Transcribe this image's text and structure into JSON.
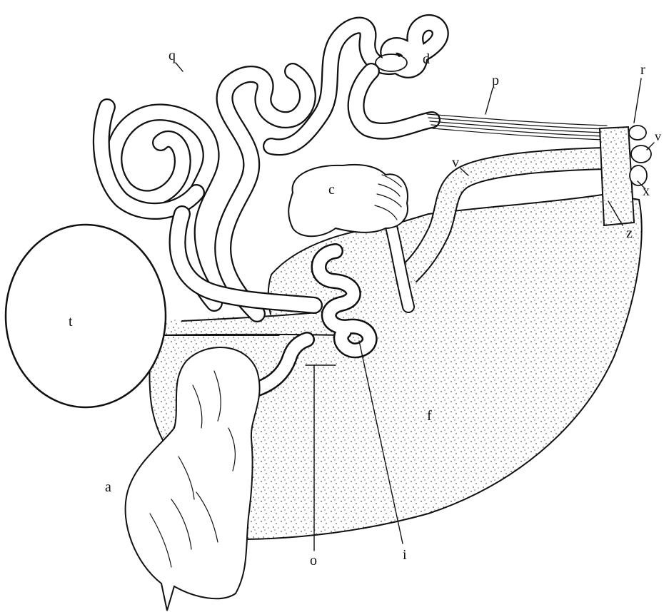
{
  "labels": {
    "q": "q",
    "d": "d",
    "p": "p",
    "r": "r",
    "v_right": "v",
    "v": "v",
    "c": "c",
    "x": "x",
    "z": "z",
    "t": "t",
    "f": "f",
    "a": "a",
    "i": "i",
    "o": "o"
  },
  "colors": {
    "ink": "#111111",
    "paper": "#ffffff"
  }
}
